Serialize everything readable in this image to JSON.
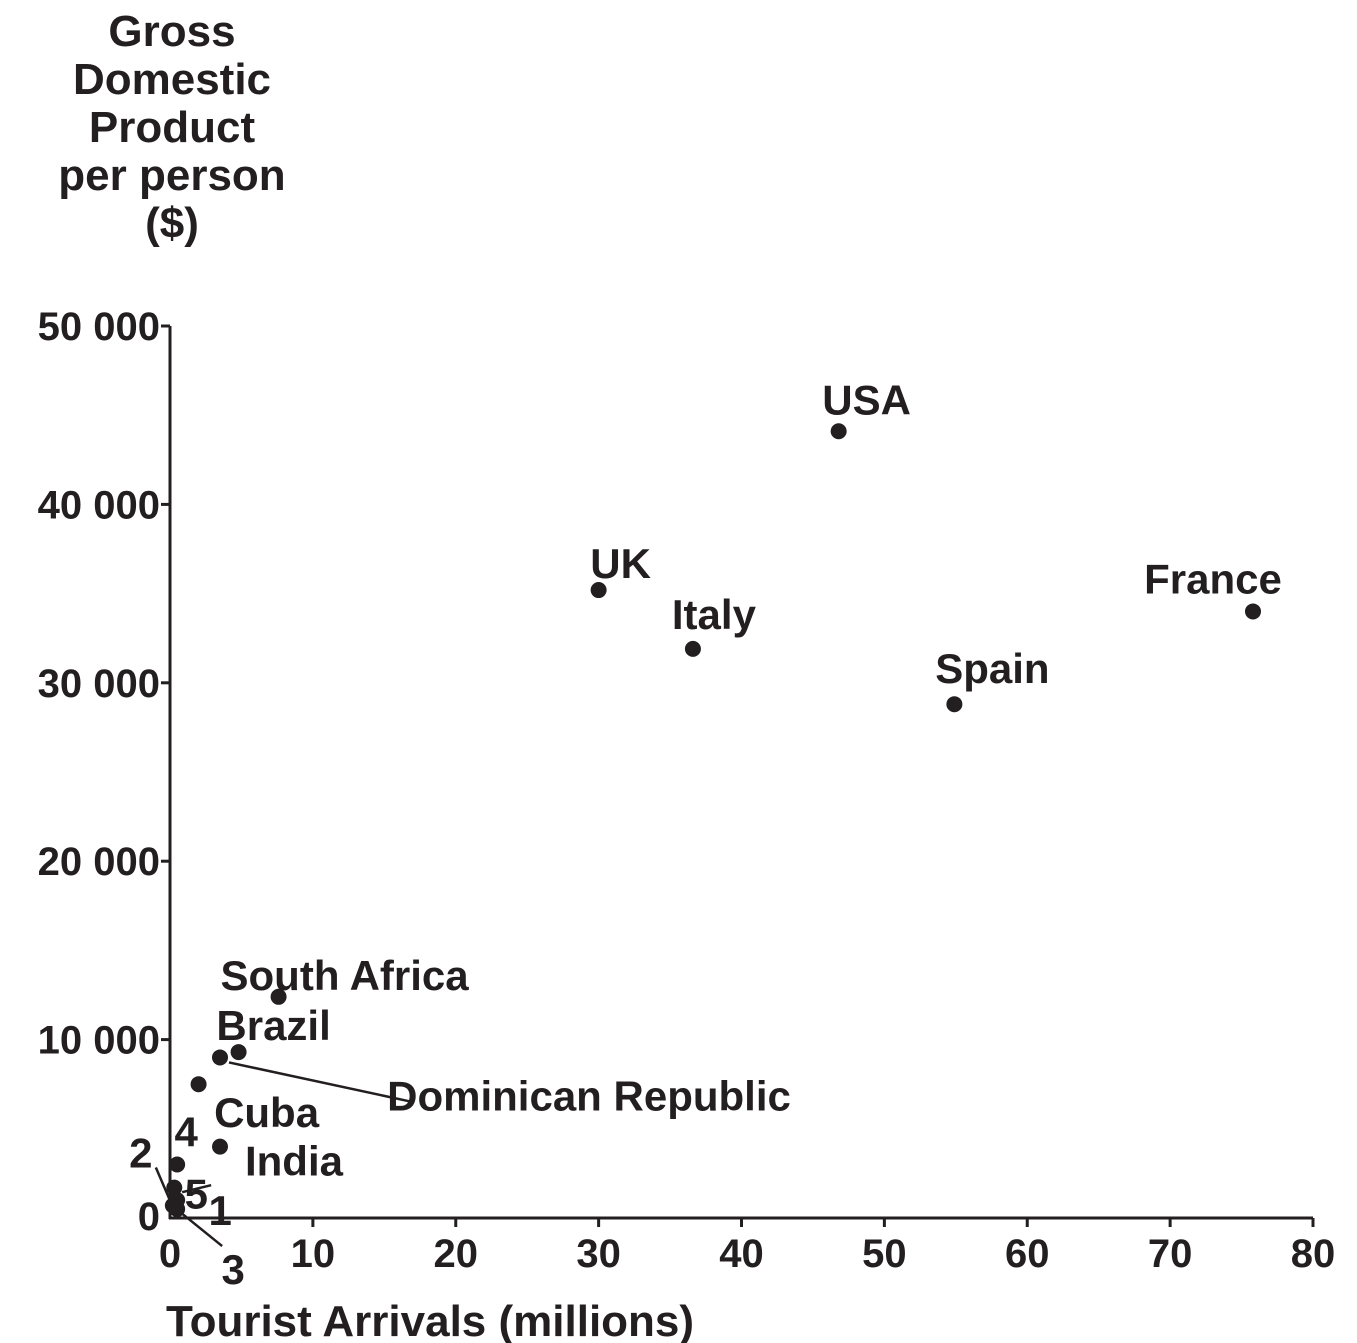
{
  "chart_data": {
    "type": "scatter",
    "title": "",
    "xlabel": "Tourist Arrivals (millions)",
    "ylabel_lines": [
      "Gross",
      "Domestic",
      "Product",
      "per person",
      "($)"
    ],
    "xlim": [
      0,
      80
    ],
    "ylim": [
      0,
      50000
    ],
    "x_ticks": [
      0,
      10,
      20,
      30,
      40,
      50,
      60,
      70,
      80
    ],
    "x_tick_labels": [
      "0",
      "10",
      "20",
      "30",
      "40",
      "50",
      "60",
      "70",
      "80"
    ],
    "y_ticks": [
      0,
      10000,
      20000,
      30000,
      40000,
      50000
    ],
    "y_tick_labels": [
      "0",
      "10 000",
      "20 000",
      "30 000",
      "40 000",
      "50 000"
    ],
    "grid": false,
    "points": [
      {
        "label": "USA",
        "x": 46.8,
        "y": 44100
      },
      {
        "label": "UK",
        "x": 30.0,
        "y": 35200
      },
      {
        "label": "Italy",
        "x": 36.6,
        "y": 31900
      },
      {
        "label": "France",
        "x": 75.8,
        "y": 34000
      },
      {
        "label": "Spain",
        "x": 54.9,
        "y": 28800
      },
      {
        "label": "South Africa",
        "x": 7.6,
        "y": 12400
      },
      {
        "label": "Brazil",
        "x": 4.8,
        "y": 9300
      },
      {
        "label": "Dominican Republic",
        "x": 3.5,
        "y": 9000
      },
      {
        "label": "",
        "x": 2.0,
        "y": 7500
      },
      {
        "label": "India",
        "x": 3.5,
        "y": 4000
      },
      {
        "label": "4",
        "x": 0.5,
        "y": 3000
      },
      {
        "label": "5",
        "x": 0.3,
        "y": 1700
      },
      {
        "label": "1",
        "x": 0.5,
        "y": 1000
      },
      {
        "label": "2",
        "x": 0.2,
        "y": 700
      },
      {
        "label": "3",
        "x": 0.5,
        "y": 500
      }
    ],
    "cuba_label": "Cuba"
  }
}
